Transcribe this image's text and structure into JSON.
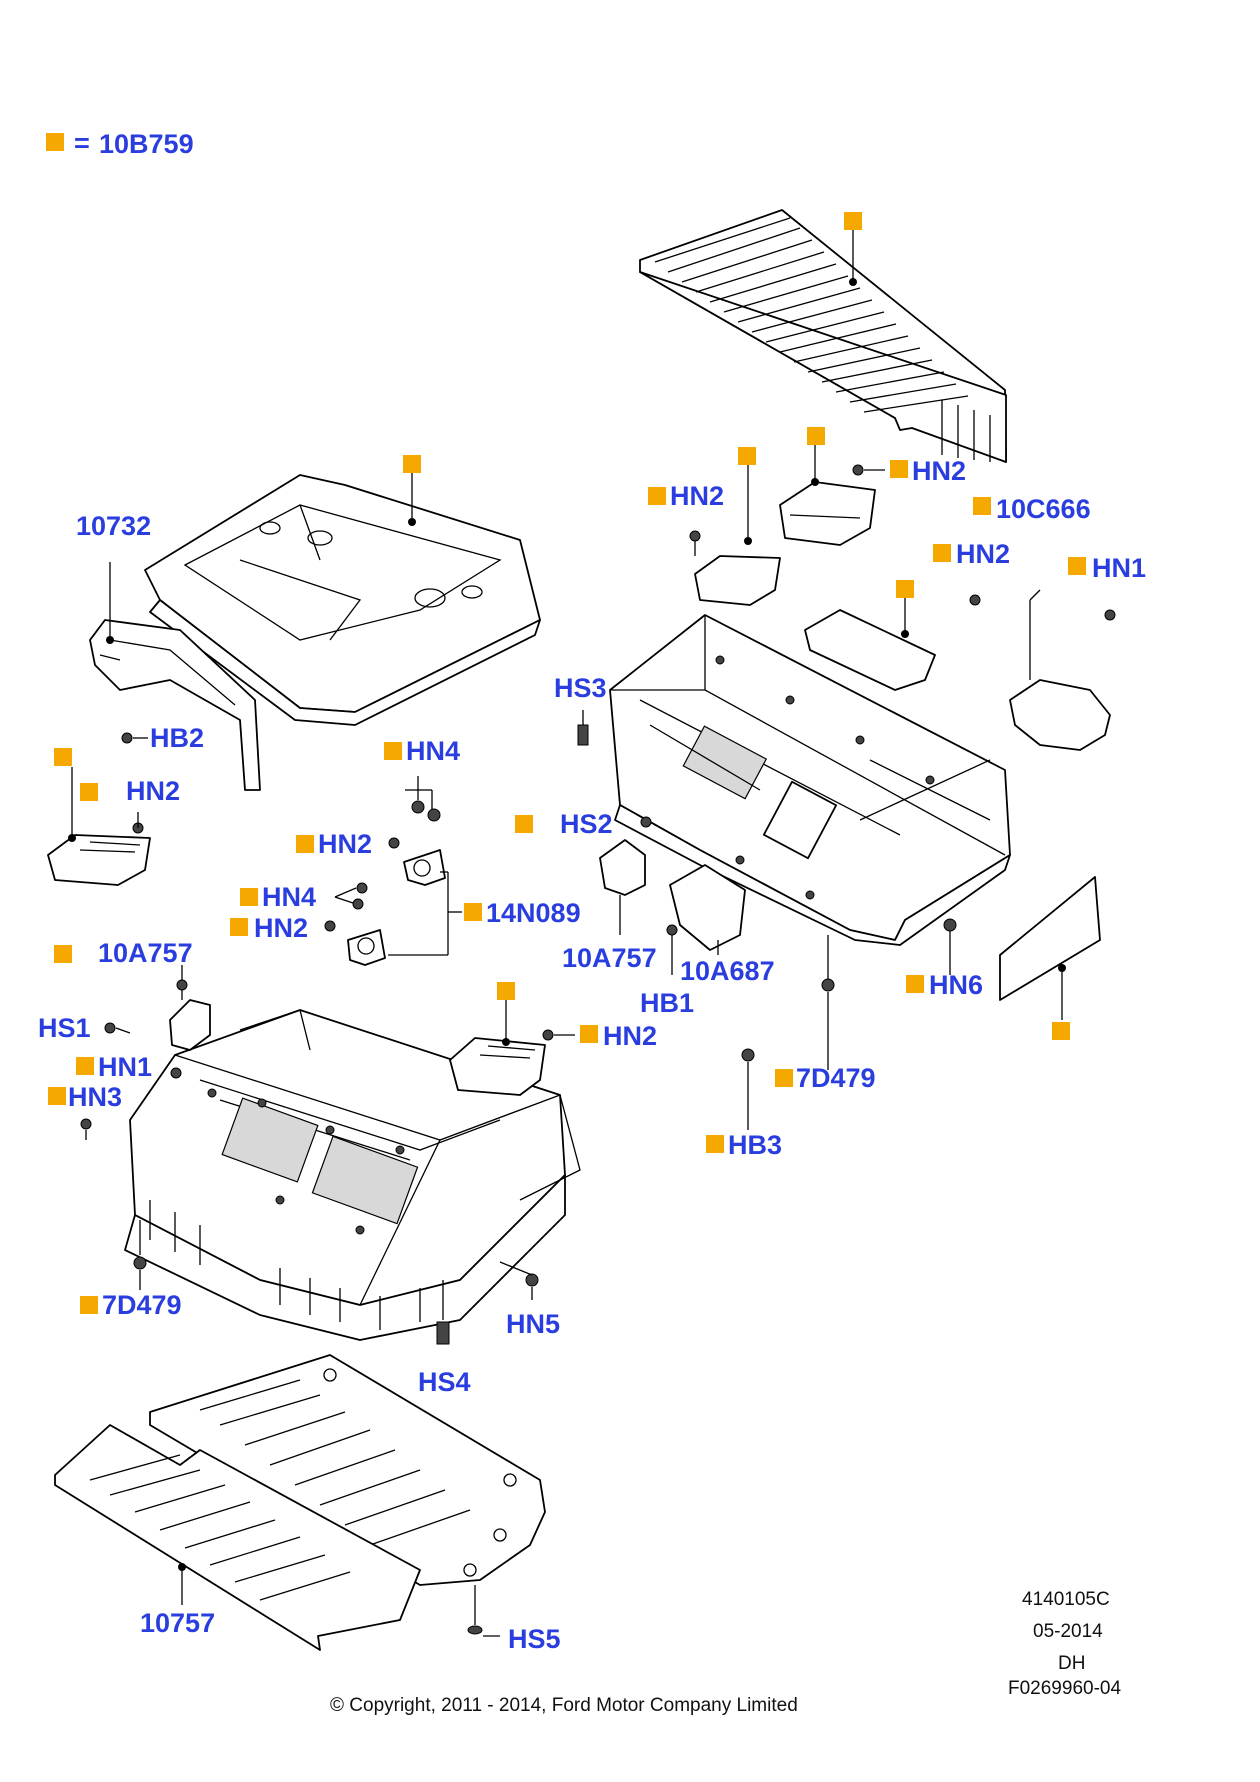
{
  "legend": {
    "equals": "=",
    "code": "10B759"
  },
  "colors": {
    "callout_text": "#2a3ee0",
    "marker": "#f5a800"
  },
  "callouts": {
    "c10732": "10732",
    "hb2": "HB2",
    "hn2_left": "HN2",
    "hn4_top": "HN4",
    "hn2_mid": "HN2",
    "hn4_mid": "HN4",
    "hn2_mid2": "HN2",
    "c14n089": "14N089",
    "c10a757_left": "10A757",
    "hs1": "HS1",
    "hn1_left": "HN1",
    "hn3": "HN3",
    "hn2_center": "HN2",
    "c7d479_left": "7D479",
    "hn5": "HN5",
    "hs4": "HS4",
    "c10757": "10757",
    "hs5": "HS5",
    "hn2_r1": "HN2",
    "hn2_r2": "HN2",
    "c10c666": "10C666",
    "hn2_r3": "HN2",
    "hn1_right": "HN1",
    "hs3": "HS3",
    "hs2": "HS2",
    "c10a757_right": "10A757",
    "hb1": "HB1",
    "c10a687": "10A687",
    "hn6": "HN6",
    "c7d479_right": "7D479",
    "hb3": "HB3"
  },
  "footer": {
    "code": "4140105C",
    "date": "05-2014",
    "initials": "DH",
    "ref": "F0269960-04",
    "copyright": "© Copyright, 2011 - 2014, Ford Motor Company Limited"
  }
}
